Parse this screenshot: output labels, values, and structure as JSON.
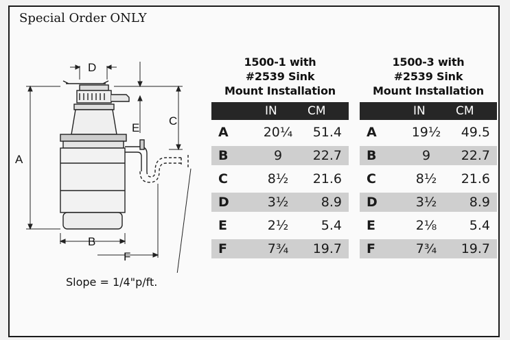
{
  "header": "Special Order ONLY",
  "diagram": {
    "labels": {
      "a": "A",
      "b": "B",
      "c": "C",
      "d": "D",
      "e": "E",
      "f": "F"
    },
    "slope": "Slope = 1/4\"p/ft."
  },
  "tables": [
    {
      "title_lines": [
        "1500-1 with",
        "#2539 Sink",
        "Mount Installation"
      ],
      "col_in": "IN",
      "col_cm": "CM",
      "rows": [
        {
          "letter": "A",
          "in": "20¼",
          "cm": "51.4"
        },
        {
          "letter": "B",
          "in": "9",
          "cm": "22.7"
        },
        {
          "letter": "C",
          "in": "8½",
          "cm": "21.6"
        },
        {
          "letter": "D",
          "in": "3½",
          "cm": "8.9"
        },
        {
          "letter": "E",
          "in": "2½",
          "cm": "5.4"
        },
        {
          "letter": "F",
          "in": "7¾",
          "cm": "19.7"
        }
      ]
    },
    {
      "title_lines": [
        "1500-3 with",
        "#2539 Sink",
        "Mount Installation"
      ],
      "col_in": "IN",
      "col_cm": "CM",
      "rows": [
        {
          "letter": "A",
          "in": "19½",
          "cm": "49.5"
        },
        {
          "letter": "B",
          "in": "9",
          "cm": "22.7"
        },
        {
          "letter": "C",
          "in": "8½",
          "cm": "21.6"
        },
        {
          "letter": "D",
          "in": "3½",
          "cm": "8.9"
        },
        {
          "letter": "E",
          "in": "2⅛",
          "cm": "5.4"
        },
        {
          "letter": "F",
          "in": "7¾",
          "cm": "19.7"
        }
      ]
    }
  ]
}
